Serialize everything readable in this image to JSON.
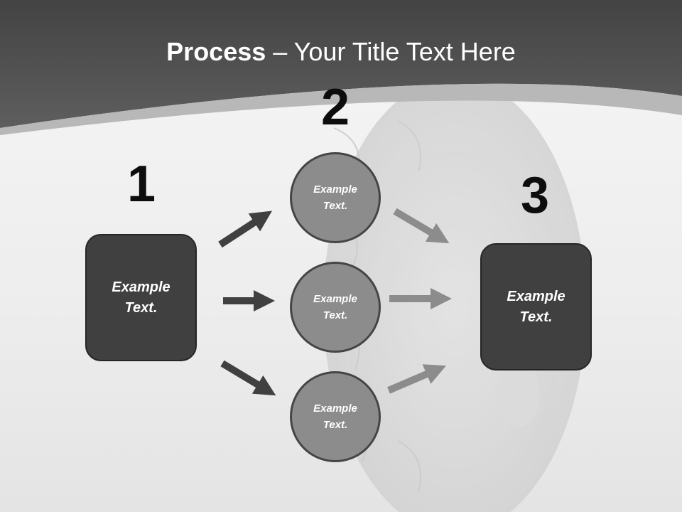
{
  "title": {
    "bold": "Process",
    "rest": " – Your Title Text Here"
  },
  "steps": [
    {
      "number": "1",
      "text_line1": "Example",
      "text_line2": "Text."
    },
    {
      "number": "2"
    },
    {
      "number": "3",
      "text_line1": "Example",
      "text_line2": "Text."
    }
  ],
  "circles": [
    {
      "line1": "Example",
      "line2": "Text."
    },
    {
      "line1": "Example",
      "line2": "Text."
    },
    {
      "line1": "Example",
      "line2": "Text."
    }
  ],
  "colors": {
    "header": "#4d4d4d",
    "box_fill": "#404040",
    "circle_fill": "#8c8c8c",
    "arrow_dark": "#404040",
    "arrow_light": "#8c8c8c"
  }
}
